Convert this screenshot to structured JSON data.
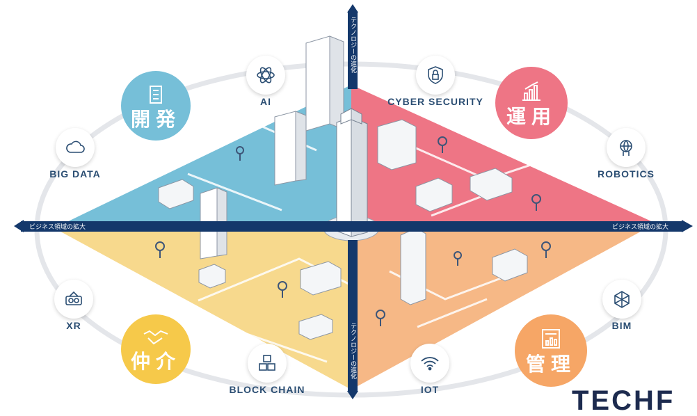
{
  "axes": {
    "horizontal_left": "ビジネス領域の拡大",
    "horizontal_right": "ビジネス領域の拡大",
    "vertical_top": "テクノロジーの進化",
    "vertical_bottom": "テクノロジーの進化"
  },
  "quadrants": {
    "develop": {
      "label": "開発",
      "color": "#76bfd8"
    },
    "operate": {
      "label": "運用",
      "color": "#ee7585"
    },
    "brokerage": {
      "label": "仲介",
      "color": "#f6c94a"
    },
    "manage": {
      "label": "管理",
      "color": "#f6a666"
    }
  },
  "tech_nodes": [
    {
      "label": "AI",
      "icon": "atom-icon"
    },
    {
      "label": "CYBER SECURITY",
      "icon": "shield-lock-icon"
    },
    {
      "label": "BIG DATA",
      "icon": "cloud-icon"
    },
    {
      "label": "ROBOTICS",
      "icon": "circuit-globe-icon"
    },
    {
      "label": "XR",
      "icon": "vr-headset-icon"
    },
    {
      "label": "BIM",
      "icon": "3d-model-icon"
    },
    {
      "label": "BLOCK CHAIN",
      "icon": "cubes-icon"
    },
    {
      "label": "IOT",
      "icon": "wifi-icon"
    }
  ],
  "logo": {
    "text": "TECHF"
  }
}
